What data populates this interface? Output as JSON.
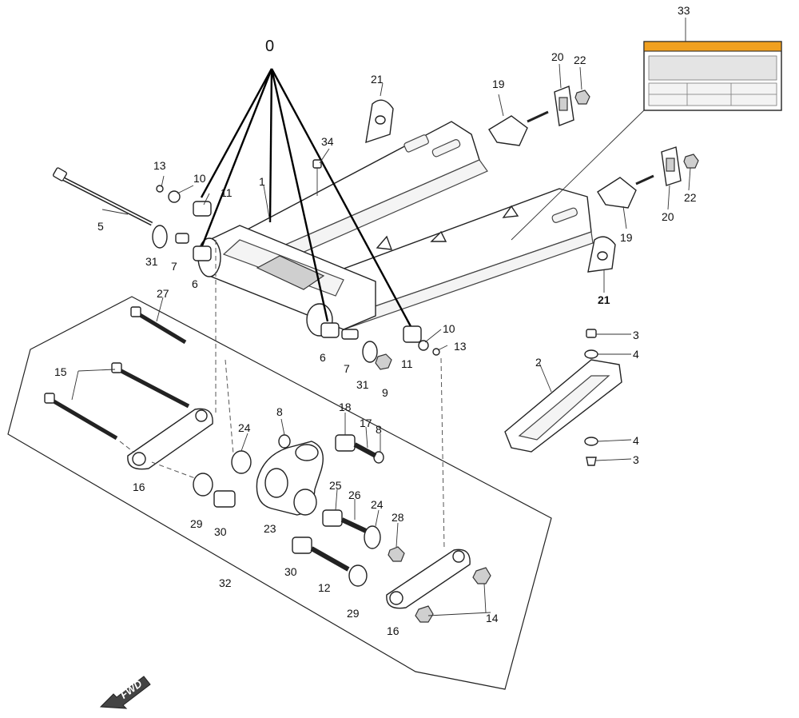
{
  "diagram": {
    "labels": [
      {
        "id": "0",
        "text": "0"
      },
      {
        "id": "1",
        "text": "1"
      },
      {
        "id": "2",
        "text": "2"
      },
      {
        "id": "3a",
        "text": "3"
      },
      {
        "id": "3b",
        "text": "3"
      },
      {
        "id": "4a",
        "text": "4"
      },
      {
        "id": "4b",
        "text": "4"
      },
      {
        "id": "5",
        "text": "5"
      },
      {
        "id": "6a",
        "text": "6"
      },
      {
        "id": "6b",
        "text": "6"
      },
      {
        "id": "7a",
        "text": "7"
      },
      {
        "id": "7b",
        "text": "7"
      },
      {
        "id": "8a",
        "text": "8"
      },
      {
        "id": "8b",
        "text": "8"
      },
      {
        "id": "9",
        "text": "9"
      },
      {
        "id": "10a",
        "text": "10"
      },
      {
        "id": "10b",
        "text": "10"
      },
      {
        "id": "11a",
        "text": "11"
      },
      {
        "id": "11b",
        "text": "11"
      },
      {
        "id": "12",
        "text": "12"
      },
      {
        "id": "13a",
        "text": "13"
      },
      {
        "id": "13b",
        "text": "13"
      },
      {
        "id": "14",
        "text": "14"
      },
      {
        "id": "15",
        "text": "15"
      },
      {
        "id": "16a",
        "text": "16"
      },
      {
        "id": "16b",
        "text": "16"
      },
      {
        "id": "17",
        "text": "17"
      },
      {
        "id": "18",
        "text": "18"
      },
      {
        "id": "19a",
        "text": "19"
      },
      {
        "id": "19b",
        "text": "19"
      },
      {
        "id": "20a",
        "text": "20"
      },
      {
        "id": "20b",
        "text": "20"
      },
      {
        "id": "21a",
        "text": "21"
      },
      {
        "id": "21b",
        "text": "21"
      },
      {
        "id": "22a",
        "text": "22"
      },
      {
        "id": "22b",
        "text": "22"
      },
      {
        "id": "23",
        "text": "23"
      },
      {
        "id": "24a",
        "text": "24"
      },
      {
        "id": "24b",
        "text": "24"
      },
      {
        "id": "25",
        "text": "25"
      },
      {
        "id": "26",
        "text": "26"
      },
      {
        "id": "27",
        "text": "27"
      },
      {
        "id": "28",
        "text": "28"
      },
      {
        "id": "29a",
        "text": "29"
      },
      {
        "id": "29b",
        "text": "29"
      },
      {
        "id": "30a",
        "text": "30"
      },
      {
        "id": "30b",
        "text": "30"
      },
      {
        "id": "31a",
        "text": "31"
      },
      {
        "id": "31b",
        "text": "31"
      },
      {
        "id": "32",
        "text": "32"
      },
      {
        "id": "33",
        "text": "33"
      },
      {
        "id": "34",
        "text": "34"
      }
    ],
    "direction_marker": "FWD",
    "colors": {
      "sticker_band": "#f0a020",
      "line": "#222222",
      "shade": "#cfcfcf"
    }
  }
}
